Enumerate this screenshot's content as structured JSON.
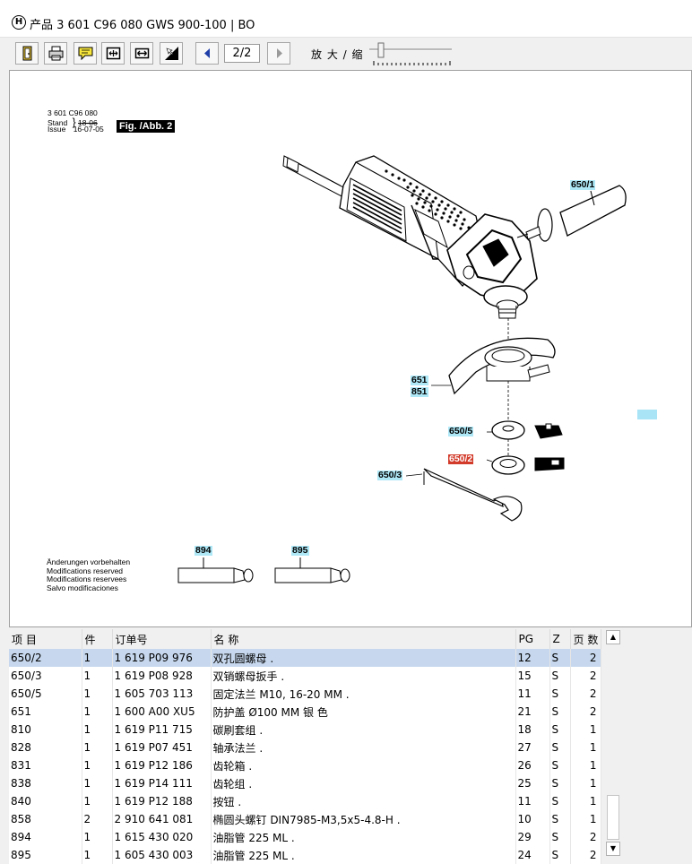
{
  "window": {
    "title": "产品 3 601 C96 080    GWS 900-100 | BO",
    "app_icon_glyph": "H"
  },
  "toolbar": {
    "page_indicator": "2/2",
    "zoom_label": "放 大 / 缩",
    "icons": [
      "exit-icon",
      "print-icon",
      "note-icon",
      "fit-page-icon",
      "fit-width-icon",
      "select-tool-icon",
      "previous-page-icon",
      "next-page-icon"
    ],
    "accent_color": "#1f3ea8"
  },
  "drawing": {
    "header_line1": "3 601 C96 080",
    "stand_label": "Stand",
    "stand_value": "18-06",
    "issue_label": "Issue",
    "issue_value": "16-07-05",
    "fig_label": "Fig. /Abb. 2",
    "modifications": [
      "Änderungen vorbehalten",
      "Modifications reserved",
      "Modifications reservees",
      "Salvo modificaciones"
    ],
    "parts": {
      "p650_1": "650/1",
      "p651": "651",
      "p851": "851",
      "p650_5": "650/5",
      "p650_2": "650/2",
      "p650_3": "650/3",
      "p894": "894",
      "p895": "895"
    },
    "label_color": "#aee8f7",
    "highlight_color": "#d23a2a"
  },
  "table": {
    "headers": {
      "item": "项 目",
      "qty": "件",
      "order_no": "订单号",
      "name": "名 称",
      "pg": "PG",
      "z": "Z",
      "page_count": "页 数"
    },
    "rows": [
      {
        "item": "650/2",
        "qty": "1",
        "order_no": "1 619 P09 976",
        "name": "双孔圆螺母  .",
        "pg": "12",
        "z": "S",
        "pages": "2"
      },
      {
        "item": "650/3",
        "qty": "1",
        "order_no": "1 619 P08 928",
        "name": "双销螺母扳手  .",
        "pg": "15",
        "z": "S",
        "pages": "2"
      },
      {
        "item": "650/5",
        "qty": "1",
        "order_no": "1 605 703 113",
        "name": "固定法兰  M10, 16-20 MM .",
        "pg": "11",
        "z": "S",
        "pages": "2"
      },
      {
        "item": "651",
        "qty": "1",
        "order_no": "1 600 A00 XU5",
        "name": "防护盖  Ø100 MM  银 色",
        "pg": "21",
        "z": "S",
        "pages": "2"
      },
      {
        "item": "810",
        "qty": "1",
        "order_no": "1 619 P11 715",
        "name": "碳刷套组  .",
        "pg": "18",
        "z": "S",
        "pages": "1"
      },
      {
        "item": "828",
        "qty": "1",
        "order_no": "1 619 P07 451",
        "name": "轴承法兰  .",
        "pg": "27",
        "z": "S",
        "pages": "1"
      },
      {
        "item": "831",
        "qty": "1",
        "order_no": "1 619 P12 186",
        "name": "齿轮箱  .",
        "pg": "26",
        "z": "S",
        "pages": "1"
      },
      {
        "item": "838",
        "qty": "1",
        "order_no": "1 619 P14 111",
        "name": "齿轮组  .",
        "pg": "25",
        "z": "S",
        "pages": "1"
      },
      {
        "item": "840",
        "qty": "1",
        "order_no": "1 619 P12 188",
        "name": "按钮  .",
        "pg": "11",
        "z": "S",
        "pages": "1"
      },
      {
        "item": "858",
        "qty": "2",
        "order_no": "2 910 641 081",
        "name": "椭圆头螺钉  DIN7985-M3,5x5-4.8-H .",
        "pg": "10",
        "z": "S",
        "pages": "1"
      },
      {
        "item": "894",
        "qty": "1",
        "order_no": "1 615 430 020",
        "name": "油脂管  225 ML .",
        "pg": "29",
        "z": "S",
        "pages": "2"
      },
      {
        "item": "895",
        "qty": "1",
        "order_no": "1 605 430 003",
        "name": "油脂管  225 ML .",
        "pg": "24",
        "z": "S",
        "pages": "2"
      }
    ],
    "selected_row_color": "#c7d8ee"
  },
  "scrollbar": {
    "up_glyph": "▲",
    "down_glyph": "▼"
  }
}
